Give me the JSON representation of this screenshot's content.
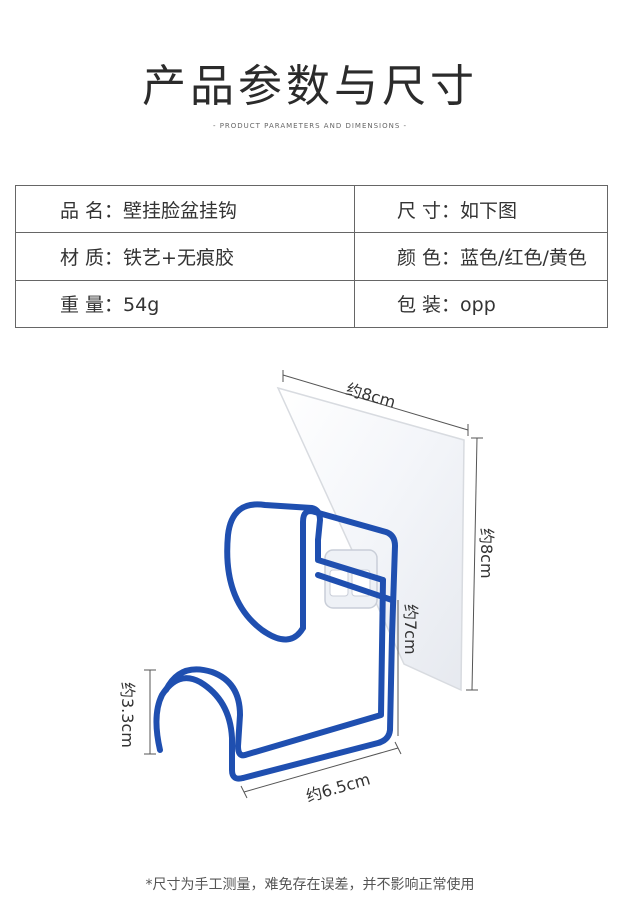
{
  "header": {
    "title": "产品参数与尺寸",
    "subtitle": "- PRODUCT PARAMETERS AND DIMENSIONS -"
  },
  "params": [
    {
      "left": "品 名：壁挂脸盆挂钩",
      "right": "尺 寸：如下图"
    },
    {
      "left": "材 质：铁艺+无痕胶",
      "right": "颜 色：蓝色/红色/黄色"
    },
    {
      "left": "重 量：54g",
      "right": "包 装：opp"
    }
  ],
  "dimensions": {
    "plate_width": "约8cm",
    "plate_height": "约8cm",
    "hook_depth": "约7cm",
    "hook_height": "约3.3cm",
    "hook_width": "约6.5cm"
  },
  "colors": {
    "hook": "#1f4fb0",
    "plate_border": "#d8dbe0"
  },
  "footnote": "*尺寸为手工测量，难免存在误差，并不影响正常使用"
}
